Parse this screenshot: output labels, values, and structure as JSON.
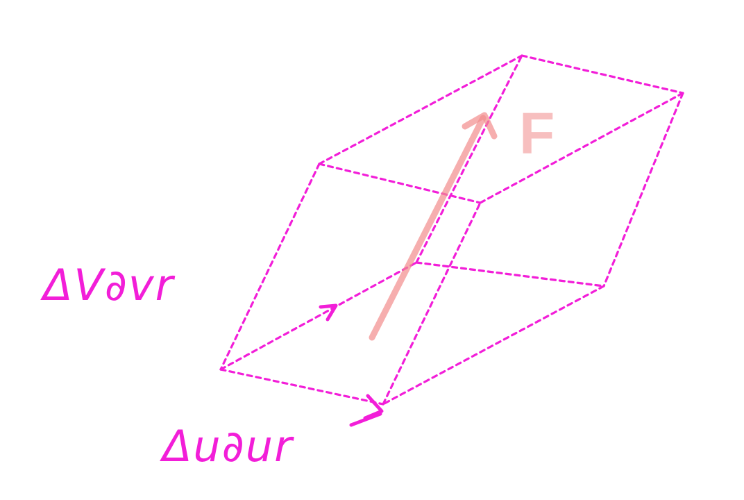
{
  "labels": {
    "dv_term": "ΔV∂vr",
    "du_term": "Δu∂ur",
    "force": "F"
  },
  "colors": {
    "edges": "#f21ed8",
    "labels": "#f21ed8",
    "force_vector": "#f28b8b",
    "background": "#ffffff"
  }
}
